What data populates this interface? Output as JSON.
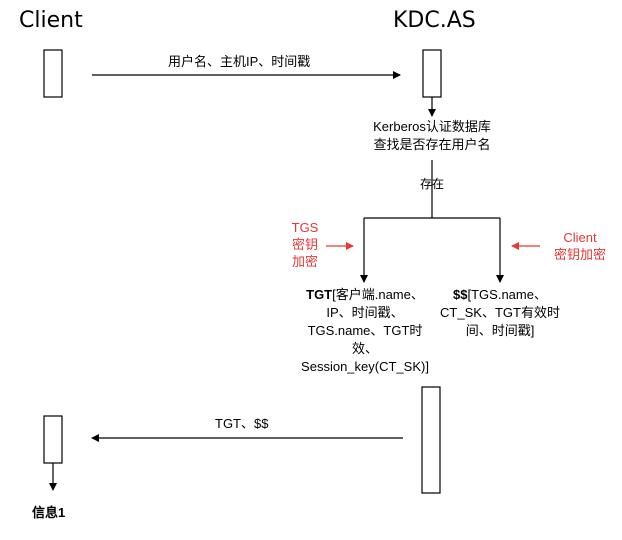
{
  "actors": {
    "client": "Client",
    "kdc": "KDC.AS"
  },
  "messages": {
    "request": "用户名、主机IP、时间戳",
    "response": "TGT、$$"
  },
  "lookup": {
    "line1": "Kerberos认证数据库",
    "line2": "查找是否存在用户名"
  },
  "condition": "存在",
  "keys": {
    "tgs": [
      "TGS",
      "密钥",
      "加密"
    ],
    "client": [
      "Client",
      "密钥加密"
    ]
  },
  "tgt_block": {
    "name": "TGT",
    "content": "[客户端.name、IP、时间戳、TGS.name、TGT时效、Session_key(CT_SK)]"
  },
  "dollar_block": {
    "name": "$$",
    "content": "[TGS.name、CT_SK、TGT有效时间、时间戳]"
  },
  "footer": "信息1",
  "colors": {
    "line": "#000000",
    "accent_red": "#e53935"
  }
}
